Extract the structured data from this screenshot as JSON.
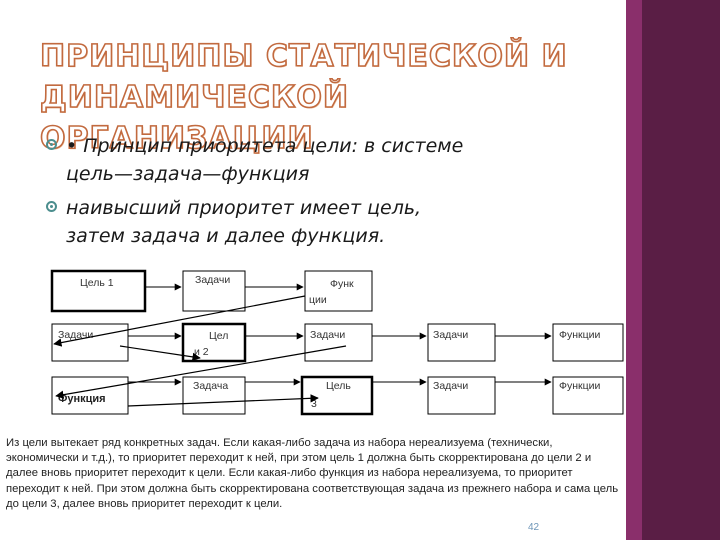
{
  "title": {
    "line1": "ПРИНЦИПЫ СТАТИЧЕСКОЙ И",
    "line2": "ДИНАМИЧЕСКОЙ ОРГАНИЗАЦИИ"
  },
  "bullets": [
    {
      "line1": "• Принцип приоритета цели: в системе",
      "line2": "цель—задача—функция"
    },
    {
      "line1": "наивысший приоритет имеет цель,",
      "line2": "затем задача и далее функция."
    }
  ],
  "diagram": {
    "row1": [
      "Цель 1",
      "Задачи",
      "Функ",
      "ции"
    ],
    "row2": [
      "Задачи",
      "Цел",
      "и 2",
      "Задачи",
      "Задачи",
      "Функции"
    ],
    "row3": [
      "Функция",
      "Задача",
      "Цель",
      "3",
      "Задачи",
      "Функции"
    ]
  },
  "footer": "Из цели вытекает ряд конкретных задач. Если какая-либо задача из набора нереализуема (технически, экономически и т.д.), то приоритет переходит к ней, при этом цель 1 должна быть скорректирована до цели 2 и далее вновь приоритет переходит к цели. Если какая-либо функция из набора нереализуема, то приоритет переходит к ней. При этом должна быть скорректирована соответствующая задача из прежнего набора и сама цель до цели 3, далее вновь приоритет переходит к цели.",
  "page_number": "42",
  "colors": {
    "accent": "#5a1e45",
    "accent_light": "#8a2f6b",
    "title_stroke": "#c26a3f",
    "bullet": "#4c8e8e"
  }
}
